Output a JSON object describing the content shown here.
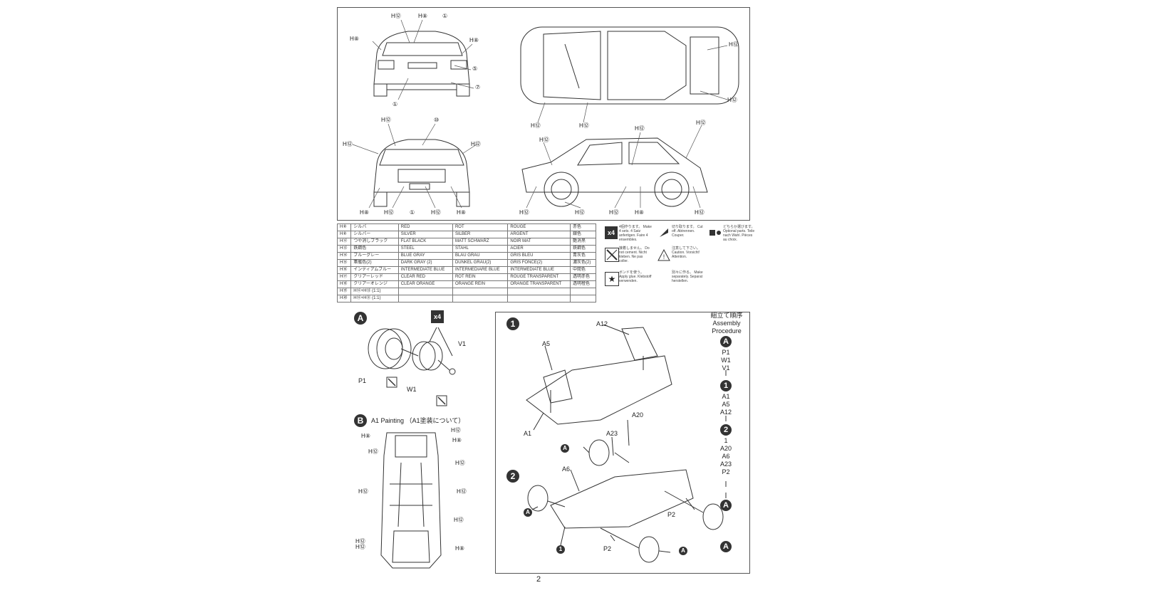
{
  "page_number": "2",
  "top_views": {
    "rear_labels": [
      "H⑫",
      "H⑧",
      "H⑧",
      "①",
      "H⑧",
      "⑤",
      "⑦",
      "①"
    ],
    "front_labels": [
      "H⑫",
      "⑩",
      "H⑫",
      "H⑫",
      "H⑧",
      "H⑫",
      "①",
      "H⑫",
      "H⑧"
    ],
    "top_labels": [
      "H⑫",
      "H⑫",
      "H⑫",
      "H⑫"
    ],
    "side_labels": [
      "H⑫",
      "H⑫",
      "H⑫",
      "H⑫",
      "H⑫",
      "H⑫",
      "H⑧",
      "H⑫"
    ]
  },
  "color_table": {
    "rows": [
      [
        "H⑧",
        "シルバ",
        "RED",
        "ROT",
        "ROUGE",
        "赤色"
      ],
      [
        "H⑧",
        "シルバー",
        "SILVER",
        "SILBER",
        "ARGENT",
        "銀色"
      ],
      [
        "H⑫",
        "つや消しブラック",
        "FLAT BLACK",
        "MATT SCHWARZ",
        "NOIR MAT",
        "艶消黒"
      ],
      [
        "H⑬",
        "鉄鋼色",
        "STEEL",
        "STAHL",
        "ACIER",
        "鉄鋼色"
      ],
      [
        "H⑭",
        "ブルーグレー",
        "BLUE GRAY",
        "BLAU GRAU",
        "GRIS BLEU",
        "青灰色"
      ],
      [
        "H⑮",
        "軍艦色(2)",
        "DARK GRAY (2)",
        "DUNKEL GRAU(2)",
        "GRIS FONCE(2)",
        "濃灰色(2)"
      ],
      [
        "H⑯",
        "インディアムブルー",
        "INTERMEDIATE BLUE",
        "INTERMEDIARE BLUE",
        "INTERMEDIATE BLUE",
        "中間色"
      ],
      [
        "H⑰",
        "クリアーレッド",
        "CLEAR RED",
        "ROT REIN",
        "ROUGE TRANSPARENT",
        "透明赤色"
      ],
      [
        "H⑱",
        "クリアーオレンジ",
        "CLEAR ORANGE",
        "ORANGE REIN",
        "ORANGE TRANSPARENT",
        "透明橙色"
      ],
      [
        "H⑲",
        "H⑫+H⑬ (1:1)",
        "",
        "",
        "",
        ""
      ],
      [
        "H⑳",
        "H⑫+H⑧ (1:1)",
        "",
        "",
        "",
        ""
      ]
    ]
  },
  "legend": {
    "x4": "x4",
    "items": [
      "4個作ります。 Make 4 sets. 4 Satz anfertigen. Faire 4 ensembles.",
      "接着しません。 Do not cement. Nicht kleben. Ne pas coller.",
      "ボンドを使う。 Apply glue. Klebstoff verwenden.",
      "切り取ります。 Cut off. Abtrennen. Couper.",
      "注意して下さい。 Caution. Vorsicht! Attention.",
      "別々に作る。 Make separately. Separat herstellen.",
      "どちらか選びます。 Optional parts. Teile nach Wahl. Pièces au choix."
    ]
  },
  "step_a": {
    "badge": "A",
    "x4": "x4",
    "parts": [
      "V1",
      "P1",
      "W1"
    ]
  },
  "step_b": {
    "badge": "B",
    "title": "A1 Painting （A1塗装について）",
    "labels": [
      "H⑧",
      "H⑫",
      "H⑫",
      "H⑧",
      "H⑫",
      "H⑫",
      "H⑫",
      "H⑫",
      "H⑫",
      "H⑫",
      "H⑧"
    ]
  },
  "assembly": {
    "step1_badge": "1",
    "step2_badge": "2",
    "step1_parts": [
      "A12",
      "A5",
      "A1"
    ],
    "step2_parts": [
      "A20",
      "A23",
      "A6",
      "P2",
      "P2"
    ],
    "step2_refs": [
      "A",
      "A",
      "A",
      "1"
    ],
    "procedure_title_jp": "組立て順序",
    "procedure_title_en1": "Assembly",
    "procedure_title_en2": "Procedure",
    "procedure": [
      {
        "badge": "A",
        "items": [
          "P1",
          "W1",
          "V1"
        ]
      },
      {
        "badge": "1",
        "items": [
          "A1",
          "A5",
          "A12"
        ]
      },
      {
        "badge": "2",
        "items": [
          "1",
          "A20",
          "A6",
          "A23",
          "P2"
        ]
      },
      {
        "badge": "A",
        "items": []
      },
      {
        "badge": "A",
        "items": []
      }
    ]
  }
}
